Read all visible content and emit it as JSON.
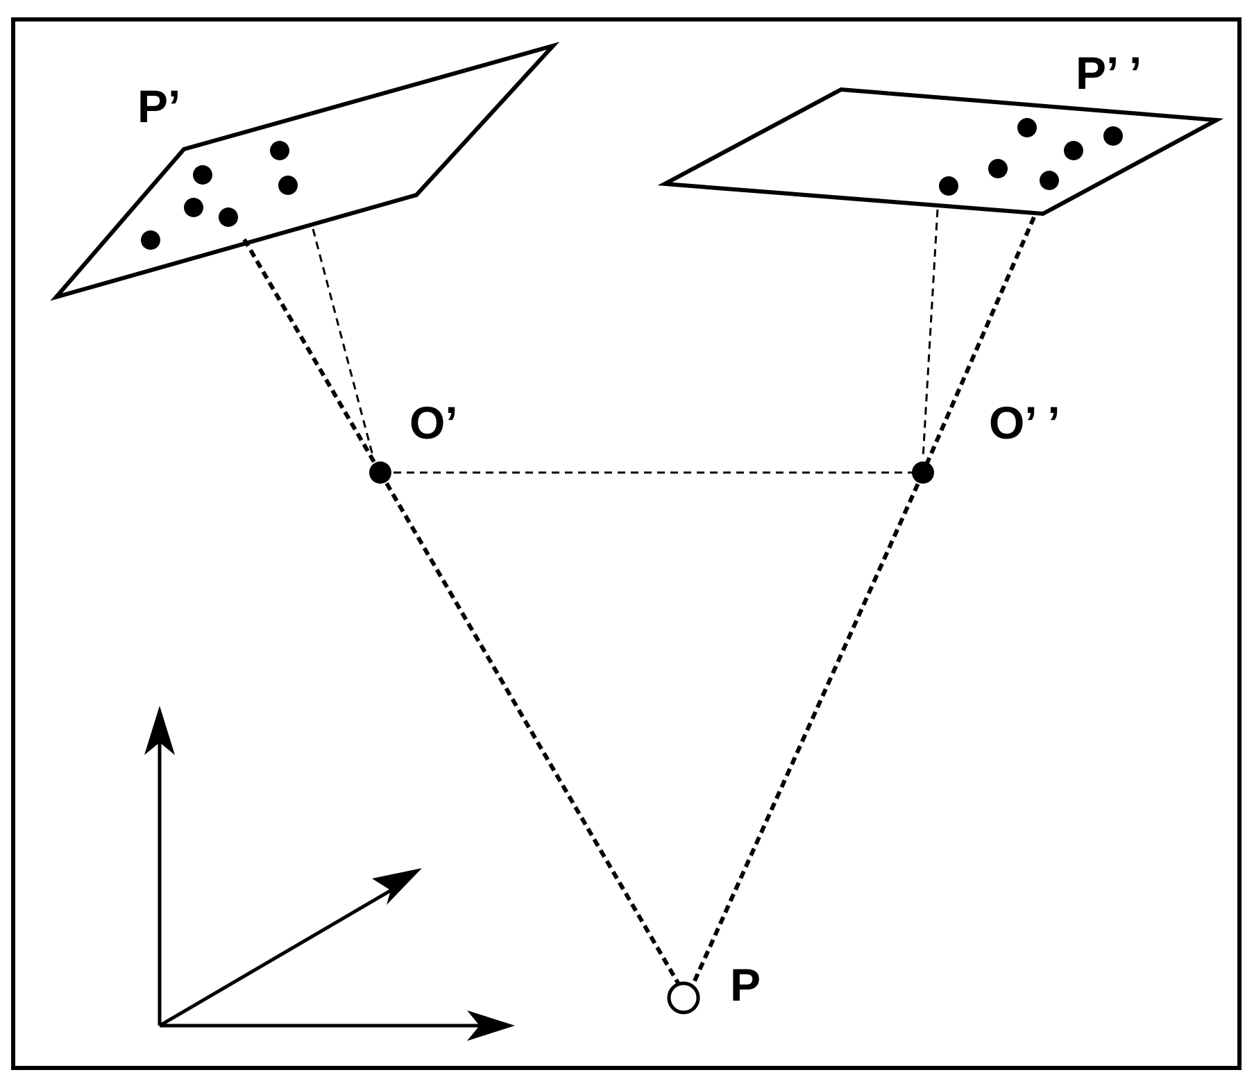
{
  "labels": {
    "left_plane": "P’",
    "right_plane": "P’ ’",
    "left_center": "O’",
    "right_center": "O’ ’",
    "object_point": "P"
  },
  "colors": {
    "stroke": "#000000",
    "background": "#ffffff"
  }
}
